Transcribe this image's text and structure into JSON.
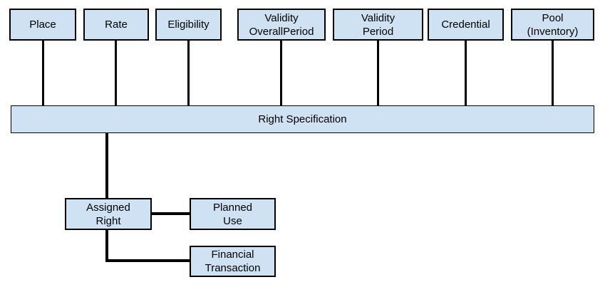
{
  "diagram": {
    "top_row": [
      {
        "label": "Place"
      },
      {
        "label": "Rate"
      },
      {
        "label": "Eligibility"
      },
      {
        "label": "Validity\nOverallPeriod"
      },
      {
        "label": "Validity\nPeriod"
      },
      {
        "label": "Credential"
      },
      {
        "label": "Pool\n(Inventory)"
      }
    ],
    "center_bar": {
      "label": "Right Specification"
    },
    "bottom_row": [
      {
        "label": "Assigned\nRight"
      },
      {
        "label": "Planned\nUse"
      },
      {
        "label": "Financial\nTransaction"
      }
    ],
    "colors": {
      "box_fill": "#cfe2f3",
      "box_border": "#000000",
      "connector": "#000000",
      "text": "#000000",
      "background": "#ffffff"
    }
  }
}
